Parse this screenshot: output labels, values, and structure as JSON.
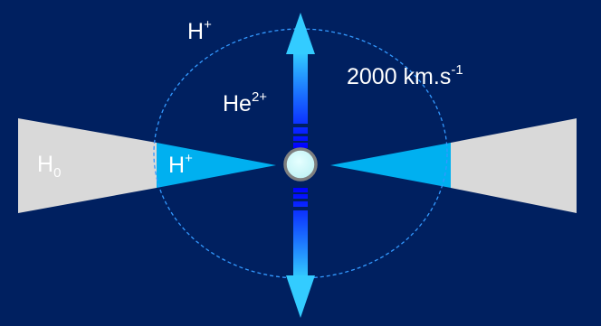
{
  "colors": {
    "background": "#002060",
    "neutral_wedge": "#d9d9d9",
    "ionized_wedge": "#00b0f0",
    "orbit_ring": "#3399ff",
    "jet_core": "#0000ff",
    "jet_tip": "#33ccff",
    "star_fill": "#ccffff",
    "star_edge": "#7f7f7f",
    "text": "#ffffff"
  },
  "labels": {
    "top_species": {
      "base": "H",
      "sup": "+"
    },
    "alpha_species": {
      "base": "He",
      "sup": "2+"
    },
    "velocity": {
      "base": "2000 km.s",
      "sup": "-1"
    },
    "neutral_species": {
      "base": "H",
      "sub": "0"
    },
    "ionized_species": {
      "base": "H",
      "sup": "+"
    }
  },
  "icons": {
    "star": "central-star-icon",
    "jet_up": "arrow-up-icon",
    "jet_down": "arrow-down-icon"
  }
}
